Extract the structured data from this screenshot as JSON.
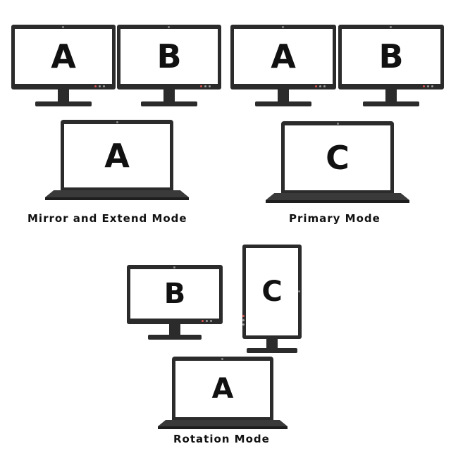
{
  "colors": {
    "frame": "#2b2b2b",
    "screen": "#ffffff",
    "text": "#111111",
    "led_red": "#d9534f",
    "led_gray": "#9a9a9a"
  },
  "panels": {
    "mirror_extend": {
      "caption": "Mirror and Extend Mode",
      "monitor_left_label": "A",
      "monitor_right_label": "B",
      "laptop_label": "A"
    },
    "primary": {
      "caption": "Primary Mode",
      "monitor_left_label": "A",
      "monitor_right_label": "B",
      "laptop_label": "C"
    },
    "rotation": {
      "caption": "Rotation Mode",
      "monitor_landscape_label": "B",
      "monitor_portrait_label": "C",
      "laptop_label": "A"
    }
  }
}
